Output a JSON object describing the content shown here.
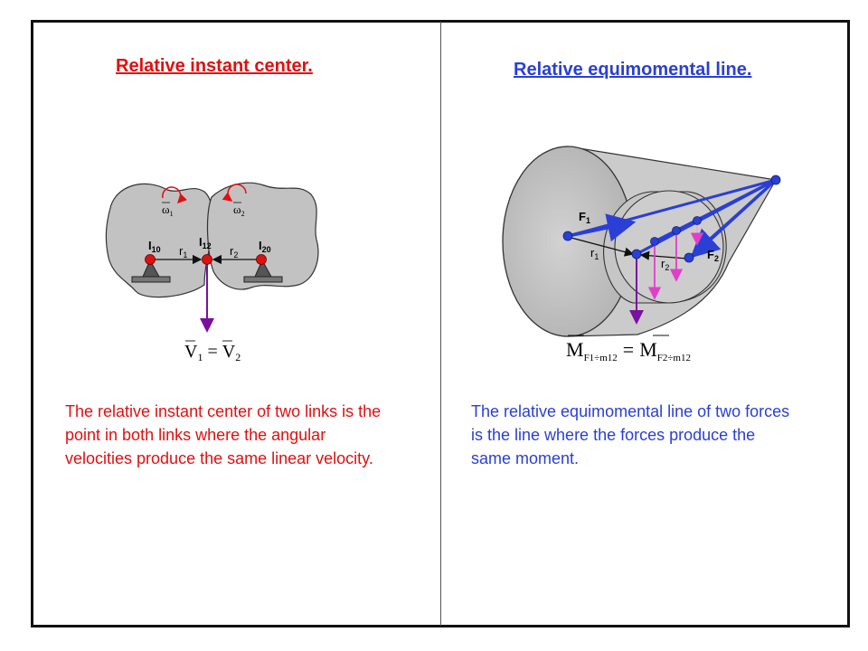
{
  "left": {
    "title": "Relative instant center.",
    "labels": {
      "i10": "I",
      "i10_sub": "10",
      "i12": "I",
      "i12_sub": "12",
      "i20": "I",
      "i20_sub": "20",
      "r1": "r",
      "r1_sub": "1",
      "r2": "r",
      "r2_sub": "2",
      "omega1": "ω",
      "omega1_sub": "1",
      "omega2": "ω",
      "omega2_sub": "2"
    },
    "equation": {
      "lhs": "V",
      "lhs_sub": "1",
      "eq": "=",
      "rhs": "V",
      "rhs_sub": "2"
    },
    "description": "The relative instant center of two links is the point in both links where the angular velocities produce the same linear velocity."
  },
  "right": {
    "title": "Relative equimomental line.",
    "labels": {
      "f1": "F",
      "f1_sub": "1",
      "f2": "F",
      "f2_sub": "2",
      "r1": "r",
      "r1_sub": "1",
      "r2": "r",
      "r2_sub": "2"
    },
    "equation": {
      "lhs": "M",
      "lhs_sub": "F1÷m12",
      "eq": "=",
      "rhs": "M",
      "rhs_sub": "F2÷m12"
    },
    "description": "The relative equimomental line of two forces is the line where the forces produce the same moment."
  },
  "colors": {
    "red": "#e01010",
    "blue": "#2a3fd6",
    "purple": "#7a109e",
    "pink": "#e040c8",
    "gray": "#c4c4c4"
  }
}
